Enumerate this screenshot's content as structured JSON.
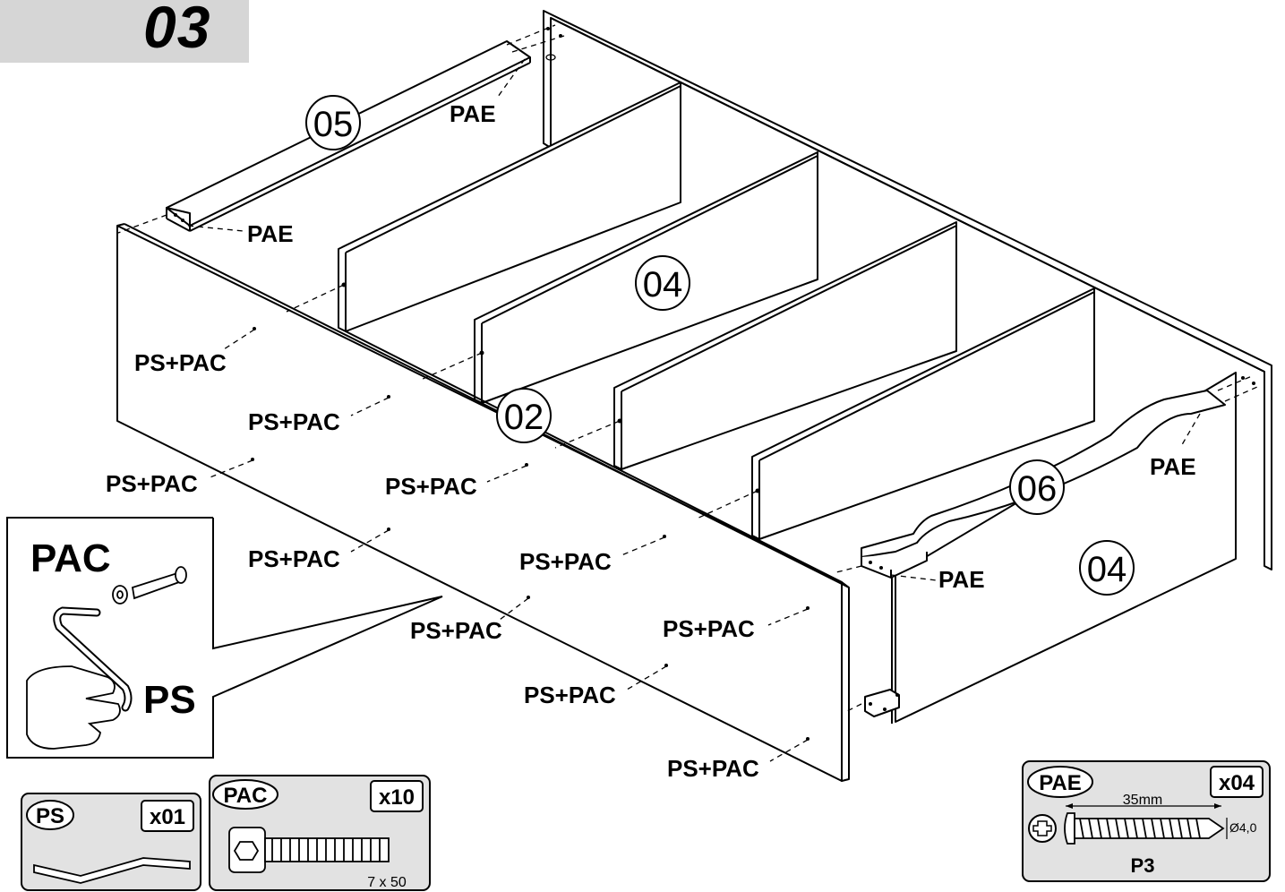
{
  "step": {
    "number": "03"
  },
  "parts": {
    "top_rail": "05",
    "divider": "04",
    "front_panel": "02",
    "bottom_rail": "06",
    "side_panel": "04"
  },
  "callouts": {
    "pae": "PAE",
    "ps_pac": "PS+PAC"
  },
  "inset": {
    "pac": "PAC",
    "ps": "PS"
  },
  "hardware": [
    {
      "code": "PS",
      "qty": "x01"
    },
    {
      "code": "PAC",
      "qty": "x10",
      "size": "7 x 50"
    },
    {
      "code": "PAE",
      "qty": "x04",
      "length": "35mm",
      "diameter": "Ø4,0",
      "bit": "P3"
    }
  ]
}
